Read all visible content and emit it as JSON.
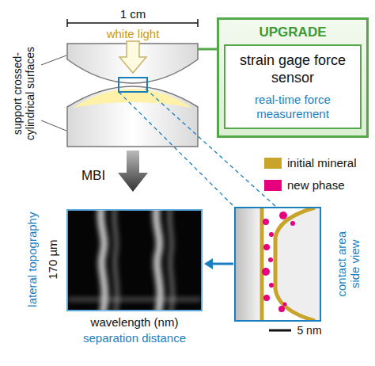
{
  "diagram": {
    "nodes": [
      {
        "text": [
          "UPGRADE",
          "strain gage force sensor",
          "real-time force measurement"
        ]
      }
    ],
    "labels": [
      "1 cm",
      "white light",
      "support crossed-cylindrical surfaces",
      "MBI",
      "170 µm",
      "lateral topography",
      "wavelength (nm)",
      "separation distance",
      "contact area side view",
      "5 nm"
    ],
    "legend": [
      {
        "text": "initial mineral",
        "color": "#c8a42a"
      },
      {
        "text": "new phase",
        "color": "#e6007e"
      }
    ]
  }
}
